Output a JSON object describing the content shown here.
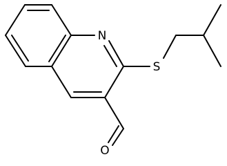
{
  "atoms": {
    "nitrogen": "N",
    "sulfur": "S",
    "oxygen": "O"
  },
  "colors": {
    "bond": "#000000",
    "background": "#ffffff"
  }
}
